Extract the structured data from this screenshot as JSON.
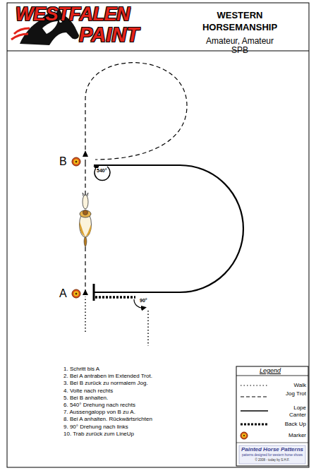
{
  "diagram": {
    "title": "WESTERN HORSEMANSHIP",
    "labels": [
      "WESTFALEN",
      "PAINT",
      "Amateur, Amateur SPB",
      "B",
      "540°",
      "A",
      "90°",
      "1. Schritt bis A",
      "2. Bei A antraben im Extended Trot.",
      "3. Bei B zurück zu normalem Jog.",
      "4. Volte nach rechts",
      "5. Bei B anhalten.",
      "6. 540° Drehung nach rechts",
      "7. Aussengalopp von B zu A.",
      "8. Bei A anhalten. Rückwärtsrichten",
      "9. 90° Drehung nach links",
      "10. Trab zurück zum LineUp",
      "Legend",
      "Painted Horse Patterns",
      "patterns designed for western horse shows",
      "© 2008 - today by S.H.F."
    ],
    "legend": [
      {
        "text": "Walk"
      },
      {
        "text": "Jog Trot"
      },
      {
        "text": "Lope Canter"
      },
      {
        "text": "Back Up"
      },
      {
        "text": "Marker"
      }
    ]
  }
}
